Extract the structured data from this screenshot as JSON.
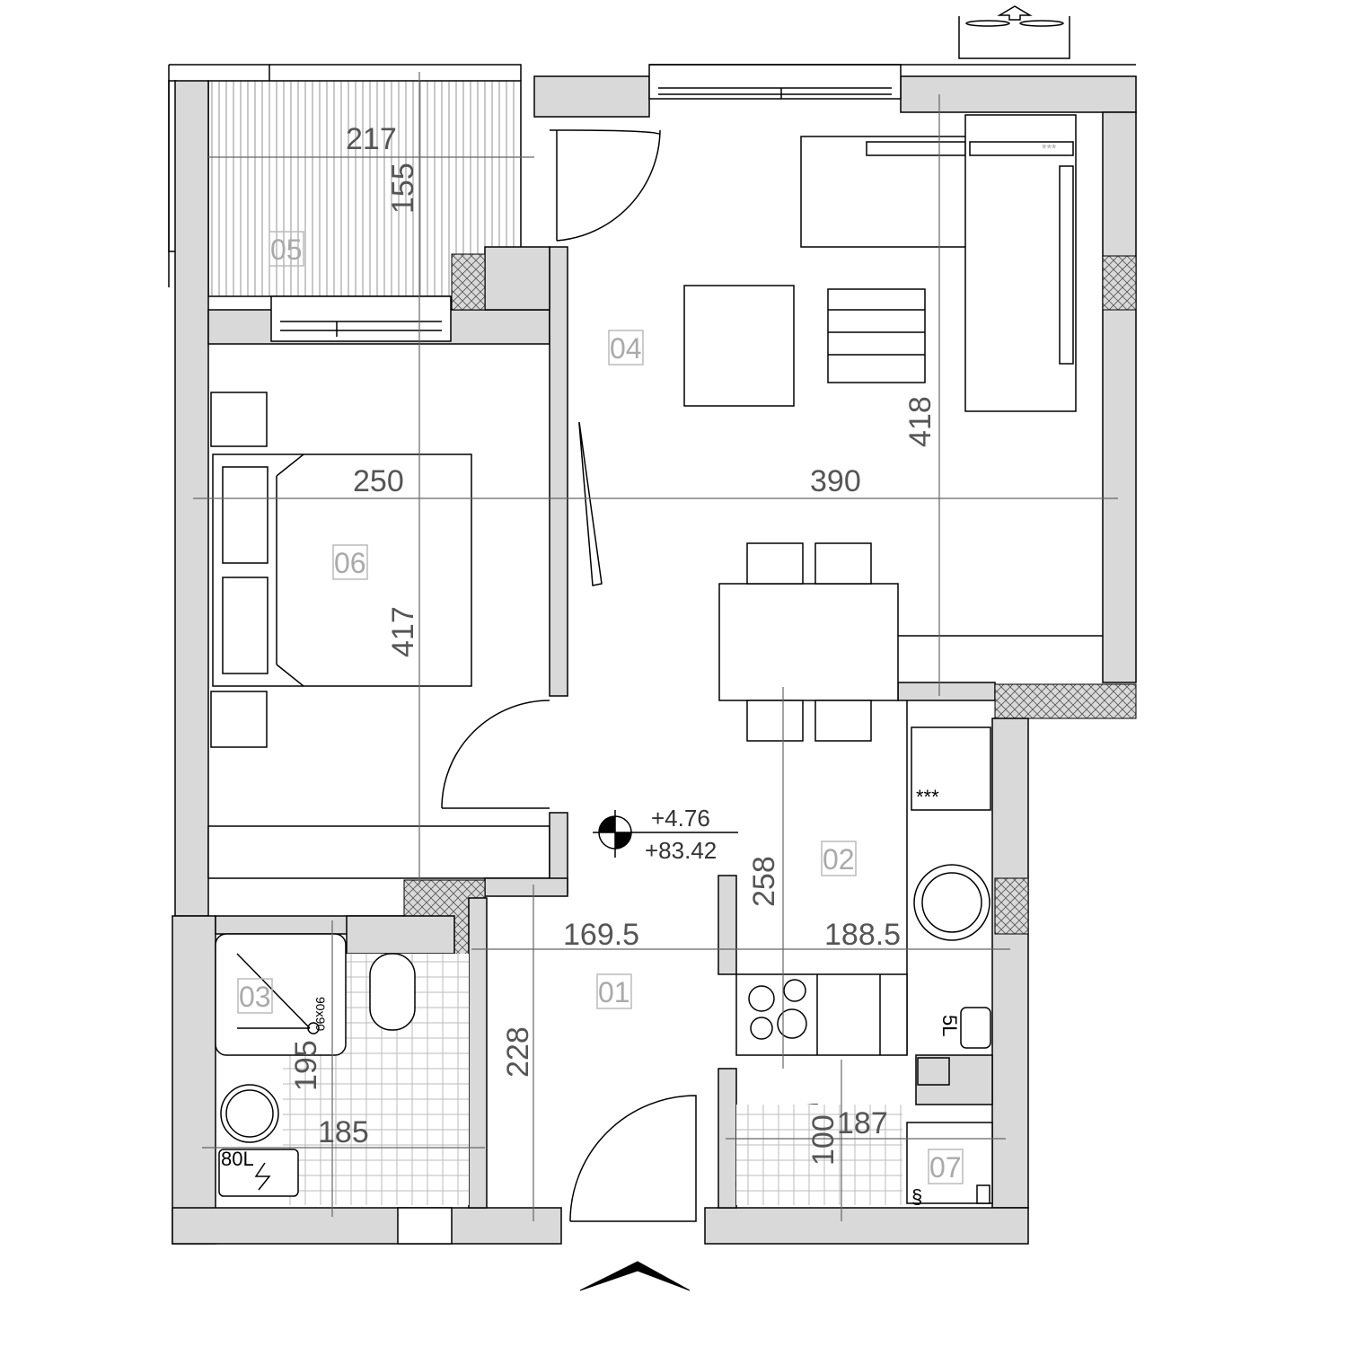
{
  "plan": {
    "rooms": [
      {
        "id": "05",
        "label": "05"
      },
      {
        "id": "04",
        "label": "04"
      },
      {
        "id": "06",
        "label": "06"
      },
      {
        "id": "02",
        "label": "02"
      },
      {
        "id": "01",
        "label": "01"
      },
      {
        "id": "03",
        "label": "03"
      },
      {
        "id": "07",
        "label": "07"
      }
    ],
    "dimensions": {
      "balcony_w": "217",
      "balcony_h": "155",
      "bedroom_w": "250",
      "bedroom_h": "417",
      "living_w": "390",
      "living_h": "418",
      "kitchen_h": "258",
      "kitchen_w": "188.5",
      "hall_w": "169.5",
      "hall_h": "228",
      "bath_h": "195",
      "bath_w": "185",
      "utility_h": "100",
      "utility_w": "187"
    },
    "elevation": {
      "relative": "+4.76",
      "absolute": "+83.42"
    },
    "fixtures": {
      "boiler": "80L",
      "shower": "90x90",
      "water_heater": "5L",
      "stove_mark": "***",
      "fridge_mark": "***"
    },
    "colors": {
      "wall": "#d9d9d9",
      "label": "#aaaaaa",
      "dimension": "#555555"
    }
  }
}
